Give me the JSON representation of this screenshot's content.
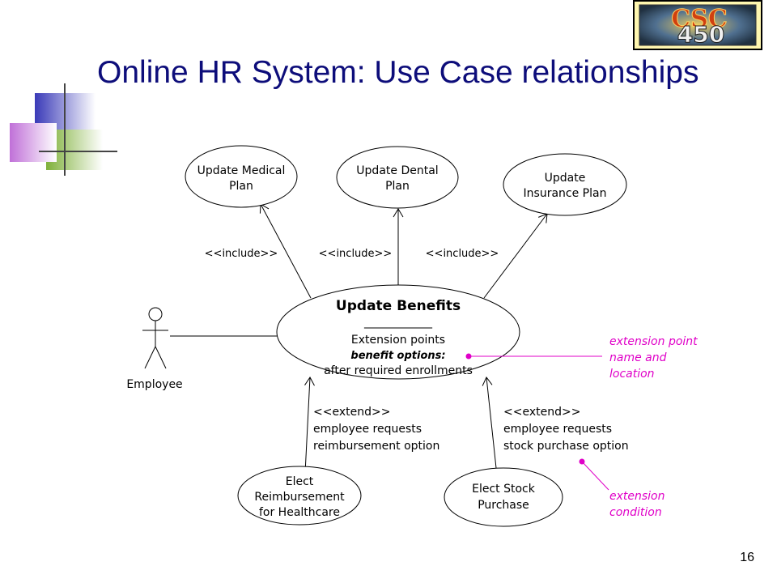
{
  "slide": {
    "title": "Online HR System: Use Case relationships",
    "page_number": "16",
    "logo": {
      "text_top": "CSC",
      "text_bottom": "450"
    }
  },
  "diagram": {
    "actor": {
      "label": "Employee"
    },
    "use_cases": {
      "medical": {
        "lines": [
          "Update Medical",
          "Plan"
        ]
      },
      "dental": {
        "lines": [
          "Update Dental",
          "Plan"
        ]
      },
      "insurance": {
        "lines": [
          "Update",
          "Insurance Plan"
        ]
      },
      "benefits": {
        "name": "Update Benefits",
        "separator": "____________",
        "ext_heading": "Extension points",
        "ext_name": "benefit options:",
        "ext_location": "after required enrollments"
      },
      "reimbursement": {
        "lines": [
          "Elect",
          "Reimbursement",
          "for Healthcare"
        ]
      },
      "stock": {
        "lines": [
          "Elect Stock",
          "Purchase"
        ]
      }
    },
    "relations": {
      "include_medical": "<<include>>",
      "include_dental": "<<include>>",
      "include_insurance": "<<include>>",
      "extend_reimbursement": [
        "<<extend>>",
        "employee requests",
        "reimbursement option"
      ],
      "extend_stock": [
        "<<extend>>",
        "employee requests",
        "stock purchase option"
      ]
    },
    "annotations": {
      "extension_point": [
        "extension point",
        "name and",
        "location"
      ],
      "extension_condition": [
        "extension",
        "condition"
      ],
      "color": "#e000c8"
    }
  }
}
